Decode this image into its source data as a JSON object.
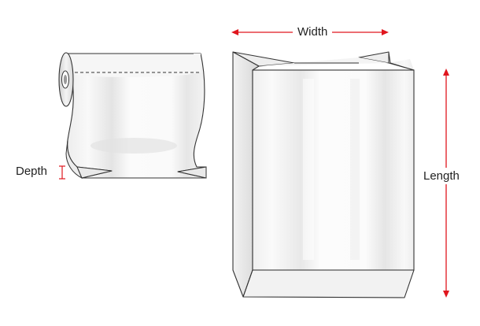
{
  "labels": {
    "width": "Width",
    "length": "Length",
    "depth": "Depth"
  },
  "colors": {
    "dimension_arrow": "#e0161e",
    "outline": "#333333",
    "film_fill": "#f7f7f7",
    "film_shade": "#e6e6e6"
  },
  "objects": {
    "left": "poly tubing roll (gusseted)",
    "right": "gusseted poly bag"
  }
}
